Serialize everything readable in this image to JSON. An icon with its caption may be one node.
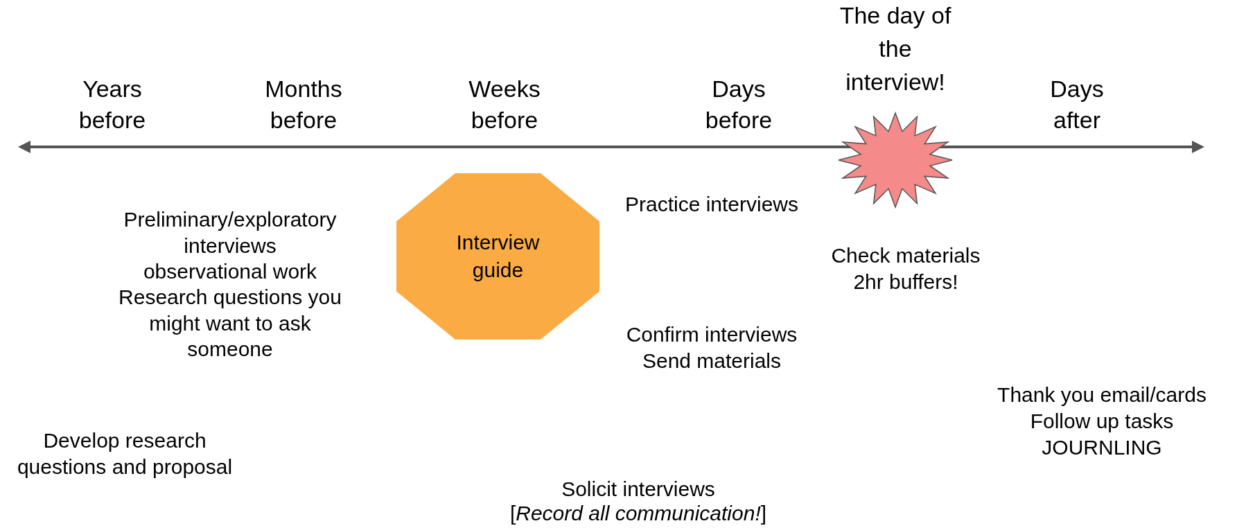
{
  "diagram": {
    "nodes": [
      {
        "text": [
          "The day of the interview!"
        ]
      },
      {
        "text": [
          "Interview guide"
        ]
      }
    ],
    "labels": [
      "Years before",
      "Months before",
      "Weeks before",
      "Days before",
      "Days after",
      "Preliminary/exploratory interviews",
      "observational work",
      "Research questions you might want to ask someone",
      "Practice interviews",
      "Check materials",
      "2hr buffers!",
      "Confirm interviews",
      "Send materials",
      "Thank you email/cards",
      "Follow up tasks",
      "JOURNLING",
      "Develop research questions and proposal",
      "Solicit interviews",
      "[*Record all communication!*]"
    ]
  }
}
